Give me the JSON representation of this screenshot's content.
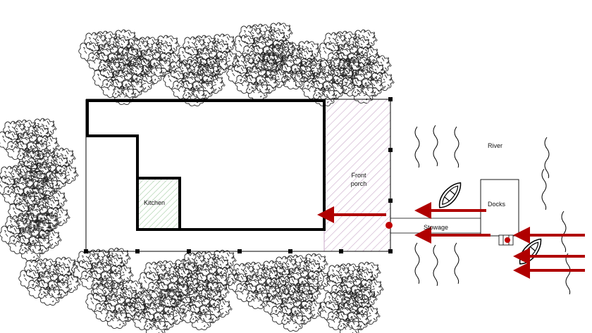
{
  "labels": {
    "kitchen": "Kitchen",
    "front_porch_line1": "Front",
    "front_porch_line2": "porch",
    "river": "River",
    "docks": "Docks",
    "stowage": "Stowage"
  },
  "colors": {
    "wall": "#000000",
    "arrow": "#b00000",
    "porch_hatch": "#c9a9c9",
    "kitchen_hatch": "#9bc99b",
    "marker": "#c00000",
    "tree_stroke": "#222222"
  },
  "icons": {
    "trees": "tree-cluster-icon",
    "boat": "boat-icon",
    "water": "water-wave-icon",
    "marker": "red-dot-marker-icon"
  }
}
